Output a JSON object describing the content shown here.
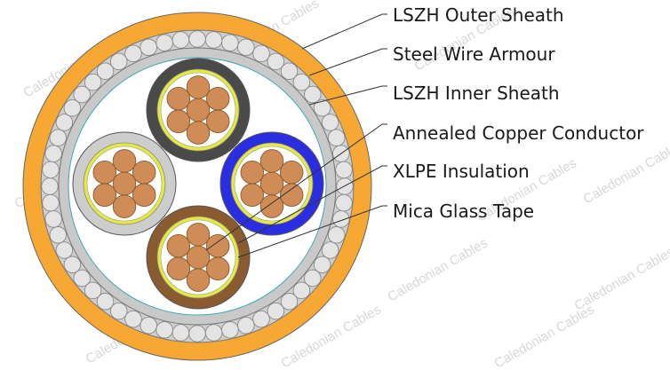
{
  "labels": {
    "outer_sheath": "LSZH Outer Sheath",
    "steel_wire_armour": "Steel Wire Armour",
    "inner_sheath": "LSZH Inner Sheath",
    "copper_conductor": "Annealed Copper Conductor",
    "xlpe_insulation": "XLPE Insulation",
    "mica_glass_tape": "Mica Glass Tape"
  },
  "watermark": "Caledonian Cables",
  "colors": {
    "outer_sheath": "#F7A833",
    "armour_bed": "#CFCFCF",
    "armour_wire": "#E4E4E4",
    "inner_sheath": "#C9C9C9",
    "filler": "#FFFFFF",
    "copper": "#CF8C57",
    "mica_tape": "#E5EA3E",
    "core_black": "#4A4A4A",
    "core_grey": "#CDCDCD",
    "core_blue": "#2B2EE0",
    "core_brown": "#8A5A30",
    "leader_line": "#333333"
  }
}
